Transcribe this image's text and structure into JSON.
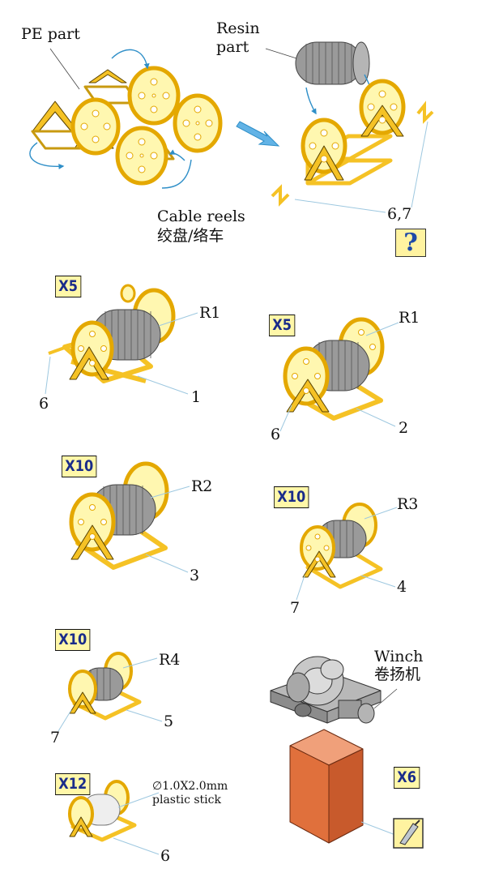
{
  "labels": {
    "pe_part": "PE part",
    "resin_part_l1": "Resin",
    "resin_part_l2": "part",
    "cable_reels_en": "Cable reels",
    "cable_reels_cn": "绞盘/络车",
    "part_67": "6,7",
    "winch_en": "Winch",
    "winch_cn": "卷扬机",
    "plastic_stick_l1": "∅1.0X2.0mm",
    "plastic_stick_l2": "plastic stick"
  },
  "quantities": [
    "X5",
    "X5",
    "X10",
    "X10",
    "X10",
    "X12",
    "X6"
  ],
  "callouts": {
    "a": {
      "resin": "R1",
      "pe": "1",
      "frame": "6"
    },
    "b": {
      "resin": "R1",
      "pe": "2",
      "frame": "6"
    },
    "c": {
      "resin": "R2",
      "pe": "3"
    },
    "d": {
      "resin": "R3",
      "pe": "4",
      "frame": "7"
    },
    "e": {
      "resin": "R4",
      "pe": "5",
      "frame": "7"
    },
    "f": {
      "pe": "6"
    }
  },
  "help_icon": {
    "glyph": "?",
    "name": "question-icon"
  },
  "colors": {
    "pe_yellow": "#f5c225",
    "pe_face": "#fff7b0",
    "resin_gray": "#9a9a9a",
    "arrow_blue": "#2f8fc8",
    "base_orange": "#e57a45",
    "badge_bg": "#fff7a8",
    "badge_text": "#1a2c8a"
  }
}
